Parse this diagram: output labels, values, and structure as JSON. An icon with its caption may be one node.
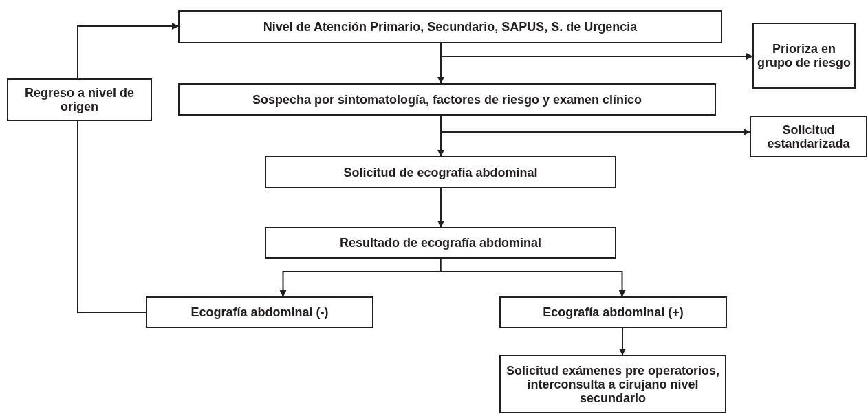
{
  "diagram": {
    "nodes": [
      {
        "text": [
          "Nivel de Atención Primario, Secundario, SAPUS, S. de Urgencia"
        ]
      },
      {
        "text": [
          "Prioriza en grupo de riesgo"
        ]
      },
      {
        "text": [
          "Regreso a nivel de orígen"
        ]
      },
      {
        "text": [
          "Sospecha por sintomatología, factores de riesgo y examen clínico"
        ]
      },
      {
        "text": [
          "Solicitud estandarizada"
        ]
      },
      {
        "text": [
          "Solicitud de ecografía abdominal"
        ]
      },
      {
        "text": [
          "Resultado de ecografía abdominal"
        ]
      },
      {
        "text": [
          "Ecografía abdominal (-)"
        ]
      },
      {
        "text": [
          "Ecografía abdominal (+)"
        ]
      },
      {
        "text": [
          "Solicitud exámenes pre operatorios, interconsulta a cirujano nivel secundario"
        ]
      }
    ],
    "edges": [
      {
        "from": 0,
        "to": 3,
        "arrow": "to"
      },
      {
        "from": 0,
        "to": 1,
        "arrow": "to"
      },
      {
        "from": 3,
        "to": 5,
        "arrow": "to"
      },
      {
        "from": 3,
        "to": 4,
        "arrow": "to"
      },
      {
        "from": 5,
        "to": 6,
        "arrow": "to"
      },
      {
        "from": 6,
        "to": 7,
        "arrow": "to"
      },
      {
        "from": 6,
        "to": 8,
        "arrow": "to"
      },
      {
        "from": 8,
        "to": 9,
        "arrow": "to"
      },
      {
        "from": 7,
        "to": 2,
        "arrow": "none"
      },
      {
        "from": 2,
        "to": 0,
        "arrow": "to"
      }
    ]
  }
}
